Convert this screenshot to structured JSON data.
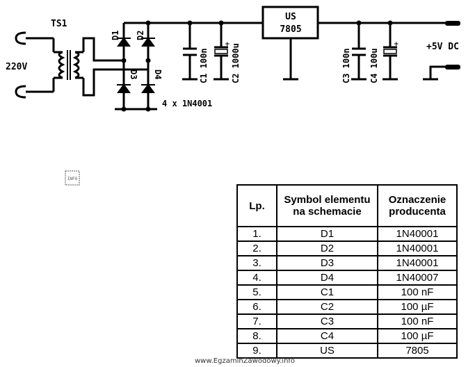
{
  "schematic": {
    "transformer_label": "TS1",
    "mains_label": "220V",
    "diodes": [
      "D1",
      "D2",
      "D3",
      "D4"
    ],
    "diode_note": "4 x 1N4001",
    "capacitors_in": [
      {
        "name": "C1",
        "value": "100n",
        "text": "C1 100n"
      },
      {
        "name": "C2",
        "value": "1000u",
        "text": "C2 1000u"
      }
    ],
    "regulator": {
      "line1": "US",
      "line2": "7805"
    },
    "capacitors_out": [
      {
        "name": "C3",
        "value": "100n",
        "text": "C3 100n"
      },
      {
        "name": "C4",
        "value": "100u",
        "text": "C4 100u"
      }
    ],
    "output_label": "+5V DC"
  },
  "table": {
    "headers": [
      "Lp.",
      "Symbol elementu na schemacie",
      "Oznaczenie producenta"
    ],
    "rows": [
      {
        "lp": "1.",
        "symbol": "D1",
        "mfr": "1N40001"
      },
      {
        "lp": "2.",
        "symbol": "D2",
        "mfr": "1N40001"
      },
      {
        "lp": "3.",
        "symbol": "D3",
        "mfr": "1N40001"
      },
      {
        "lp": "4.",
        "symbol": "D4",
        "mfr": "1N40007"
      },
      {
        "lp": "5.",
        "symbol": "C1",
        "mfr": "100 nF"
      },
      {
        "lp": "6.",
        "symbol": "C2",
        "mfr": "100 µF"
      },
      {
        "lp": "7.",
        "symbol": "C3",
        "mfr": "100 nF"
      },
      {
        "lp": "8.",
        "symbol": "C4",
        "mfr": "100 µF"
      },
      {
        "lp": "9.",
        "symbol": "US",
        "mfr": "7805"
      }
    ]
  },
  "info_icon_text": "INFO",
  "footer": "www.EgzaminZawodowy.info"
}
